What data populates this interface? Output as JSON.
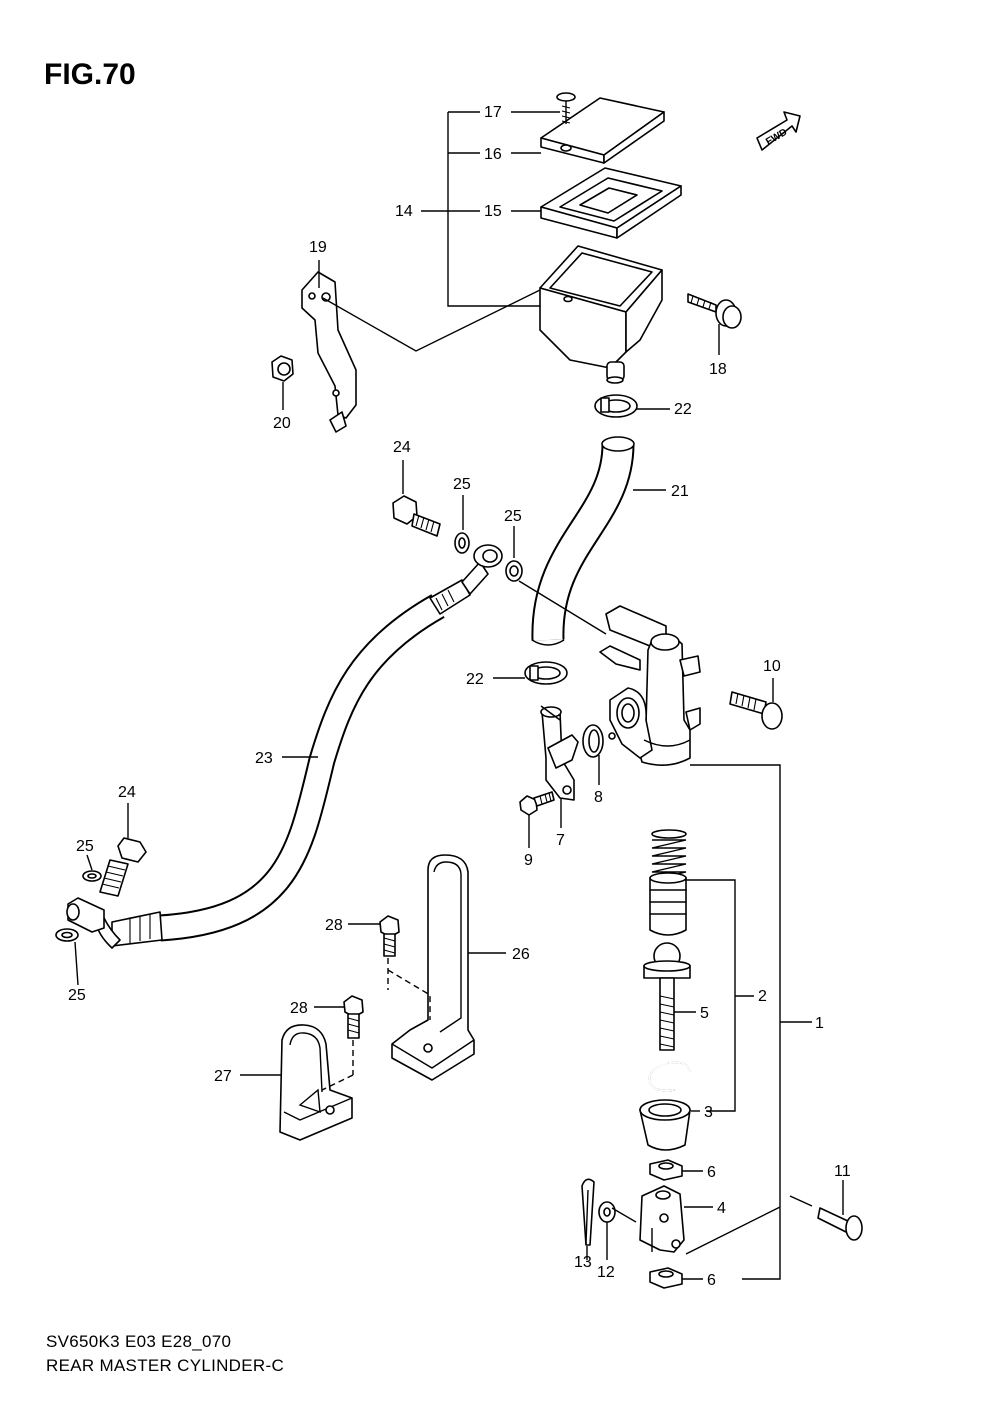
{
  "title": "FIG.70",
  "footer": {
    "code": "SV650K3 E03 E28_070",
    "name": "REAR MASTER CYLINDER-C"
  },
  "fwd_label": "FWD",
  "callouts": [
    "1",
    "2",
    "3",
    "4",
    "5",
    "6",
    "6",
    "7",
    "8",
    "9",
    "10",
    "11",
    "12",
    "13",
    "14",
    "15",
    "16",
    "17",
    "18",
    "19",
    "20",
    "21",
    "22",
    "22",
    "23",
    "24",
    "24",
    "25",
    "25",
    "25",
    "25",
    "26",
    "27",
    "28",
    "28"
  ]
}
